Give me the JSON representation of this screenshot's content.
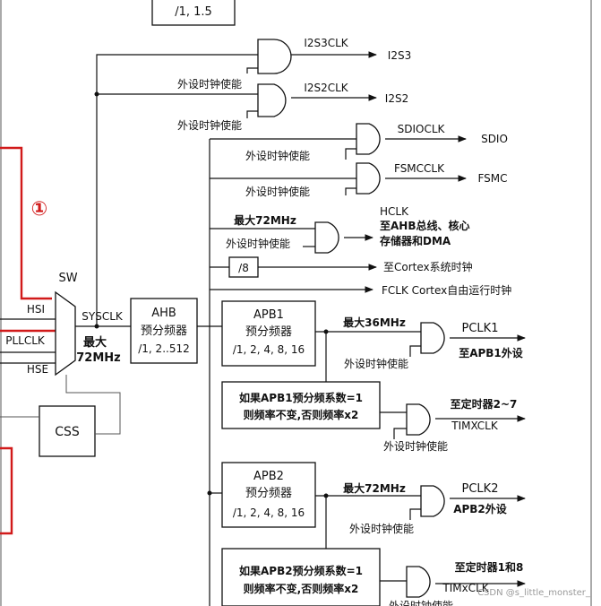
{
  "top_divider": {
    "text": "/1, 1.5"
  },
  "marker": {
    "number": "①"
  },
  "mux": {
    "label_sw": "SW",
    "input_hsi": "HSI",
    "input_pllclk": "PLLCLK",
    "input_hse": "HSE",
    "output_sysclk": "SYSCLK",
    "max_line1": "最大",
    "max_line2": "72MHz"
  },
  "css": {
    "label": "CSS"
  },
  "ahb": {
    "line1": "AHB",
    "line2": "预分频器",
    "line3": "/1, 2..512"
  },
  "i2s3": {
    "clk_label": "I2S3CLK",
    "out_label": "I2S3",
    "enable_label": "外设时钟使能"
  },
  "i2s2": {
    "clk_label": "I2S2CLK",
    "out_label": "I2S2",
    "enable_label": "外设时钟使能"
  },
  "sdio": {
    "clk_label": "SDIOCLK",
    "out_label": "SDIO",
    "enable_label": "外设时钟使能"
  },
  "fsmc": {
    "clk_label": "FSMCCLK",
    "out_label": "FSMC",
    "enable_label": "外设时钟使能"
  },
  "hclk": {
    "max_label": "最大72MHz",
    "enable_label": "外设时钟使能",
    "title": "HCLK",
    "desc1": "至AHB总线、核心",
    "desc2": "存储器和DMA"
  },
  "div8": {
    "label": "/8",
    "out_label": "至Cortex系统时钟"
  },
  "fclk": {
    "label": "FCLK Cortex自由运行时钟"
  },
  "apb1": {
    "line1": "APB1",
    "line2": "预分频器",
    "line3": "/1, 2, 4, 8, 16",
    "max_label": "最大36MHz",
    "pclk": "PCLK1",
    "pclk_dest": "至APB1外设",
    "enable_label": "外设时钟使能",
    "note1": "如果APB1预分频系数=1",
    "note2": "则频率不变,否则频率x2",
    "timer_dest": "至定时器2~7",
    "timer_clk": "TIMXCLK",
    "timer_enable": "外设时钟使能"
  },
  "apb2": {
    "line1": "APB2",
    "line2": "预分频器",
    "line3": "/1, 2, 4, 8, 16",
    "max_label": "最大72MHz",
    "pclk": "PCLK2",
    "pclk_dest": "APB2外设",
    "enable_label": "外设时钟使能",
    "note1": "如果APB2预分频系数=1",
    "note2": "则频率不变,否则频率x2",
    "timer_dest": "至定时器1和8",
    "timer_clk": "TIMxCLK",
    "timer_enable": "外设时钟使能"
  },
  "watermark": {
    "text": "CSDN @s_little_monster_"
  }
}
